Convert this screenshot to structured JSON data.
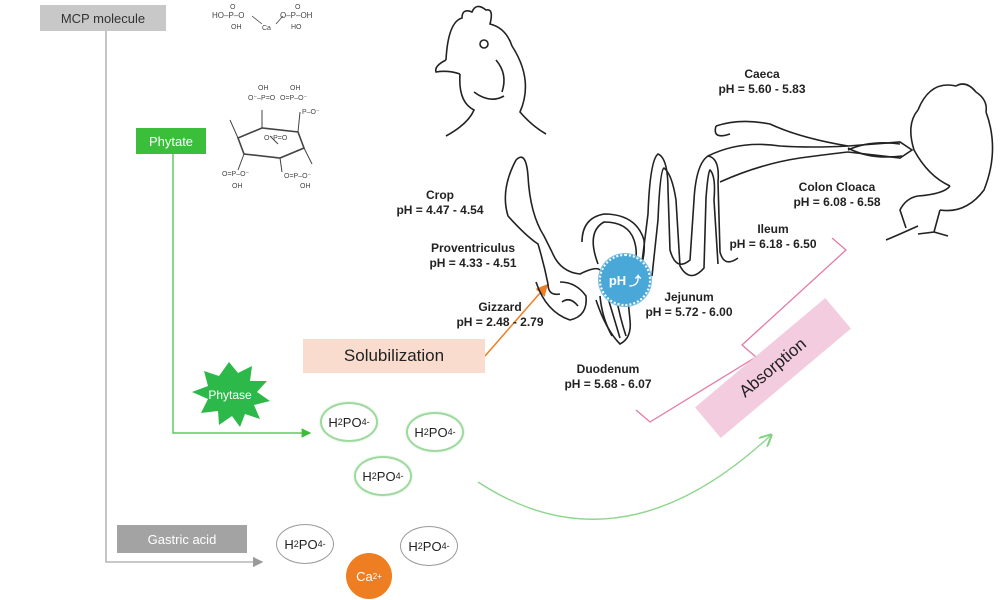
{
  "boxes": {
    "mcp": "MCP molecule",
    "phytate": "Phytate",
    "phytase": "Phytase",
    "gastric_acid": "Gastric acid",
    "solubilization": "Solubilization",
    "absorption": "Absorption"
  },
  "ions": {
    "phosphate_base": "H",
    "phosphate_sub": "2",
    "phosphate_mid": "PO",
    "phosphate_sub2": "4",
    "phosphate_sup": "-",
    "calcium_base": "Ca",
    "calcium_sup": "2+"
  },
  "ph_badge": "pH",
  "segments": {
    "caeca": {
      "name": "Caeca",
      "ph": "pH = 5.60 - 5.83"
    },
    "crop": {
      "name": "Crop",
      "ph": "pH = 4.47 - 4.54"
    },
    "colon": {
      "name": "Colon Cloaca",
      "ph": "pH = 6.08 - 6.58"
    },
    "ileum": {
      "name": "Ileum",
      "ph": "pH = 6.18 - 6.50"
    },
    "proventriculus": {
      "name": "Proventriculus",
      "ph": "pH = 4.33 - 4.51"
    },
    "jejunum": {
      "name": "Jejunum",
      "ph": "pH = 5.72 - 6.00"
    },
    "gizzard": {
      "name": "Gizzard",
      "ph": "pH = 2.48 - 2.79"
    },
    "duodenum": {
      "name": "Duodenum",
      "ph": "pH = 5.68 - 6.07"
    }
  },
  "colors": {
    "phytate_green": "#3bbf3b",
    "phytase_green": "#2db84a",
    "calcium_orange": "#ef7d22",
    "solubilization_bg": "#f9dccd",
    "absorption_bg": "#f4cce0",
    "ph_blue": "#4aa8d8"
  }
}
